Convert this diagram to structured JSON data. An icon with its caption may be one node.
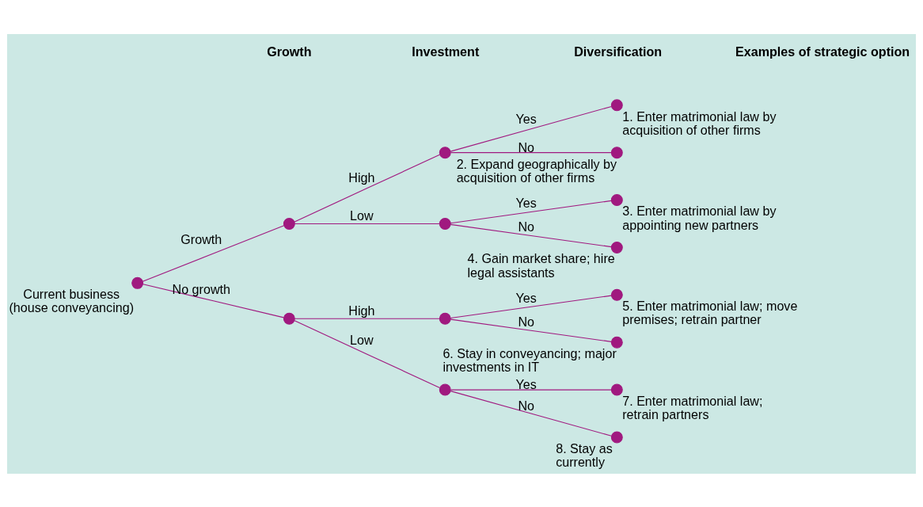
{
  "diagram": {
    "nodes": [
      {
        "text": [],
        "shape": "circle",
        "beside": [
          "Current business (house conveyancing)"
        ]
      },
      {
        "text": [],
        "shape": "circle"
      },
      {
        "text": [],
        "shape": "circle"
      },
      {
        "text": [],
        "shape": "circle"
      },
      {
        "text": [],
        "shape": "circle"
      },
      {
        "text": [],
        "shape": "circle"
      },
      {
        "text": [],
        "shape": "circle"
      },
      {
        "text": [],
        "shape": "circle",
        "beside": [
          "1. Enter matrimonial law by acquisition of other firms"
        ]
      },
      {
        "text": [],
        "shape": "circle",
        "beside": [
          "2. Expand geographically by acquisition of other firms"
        ]
      },
      {
        "text": [],
        "shape": "circle",
        "beside": [
          "3. Enter matrimonial law by appointing new partners"
        ]
      },
      {
        "text": [],
        "shape": "circle",
        "beside": [
          "4. Gain market share; hire legal assistants"
        ]
      },
      {
        "text": [],
        "shape": "circle",
        "beside": [
          "5. Enter matrimonial law; move premises; retrain partner"
        ]
      },
      {
        "text": [],
        "shape": "circle",
        "beside": [
          "6. Stay in conveyancing; major investments in IT"
        ]
      },
      {
        "text": [],
        "shape": "circle",
        "beside": [
          "7. Enter matrimonial law; retrain partners"
        ]
      },
      {
        "text": [],
        "shape": "circle",
        "beside": [
          "8. Stay as currently"
        ]
      }
    ],
    "edges": [
      {
        "from": 0,
        "to": 1,
        "arrow": "none",
        "label": "Growth"
      },
      {
        "from": 0,
        "to": 2,
        "arrow": "none",
        "label": "No growth"
      },
      {
        "from": 1,
        "to": 3,
        "arrow": "none",
        "label": "High"
      },
      {
        "from": 1,
        "to": 4,
        "arrow": "none",
        "label": "Low"
      },
      {
        "from": 2,
        "to": 5,
        "arrow": "none",
        "label": "High"
      },
      {
        "from": 2,
        "to": 6,
        "arrow": "none",
        "label": "Low"
      },
      {
        "from": 3,
        "to": 7,
        "arrow": "none",
        "label": "Yes"
      },
      {
        "from": 3,
        "to": 8,
        "arrow": "none",
        "label": "No"
      },
      {
        "from": 4,
        "to": 9,
        "arrow": "none",
        "label": "Yes"
      },
      {
        "from": 4,
        "to": 10,
        "arrow": "none",
        "label": "No"
      },
      {
        "from": 5,
        "to": 11,
        "arrow": "none",
        "label": "Yes"
      },
      {
        "from": 5,
        "to": 12,
        "arrow": "none",
        "label": "No"
      },
      {
        "from": 6,
        "to": 13,
        "arrow": "none",
        "label": "Yes"
      },
      {
        "from": 6,
        "to": 14,
        "arrow": "none",
        "label": "No"
      }
    ],
    "labels": [
      "Growth",
      "Investment",
      "Diversification",
      "Examples of strategic option"
    ]
  }
}
